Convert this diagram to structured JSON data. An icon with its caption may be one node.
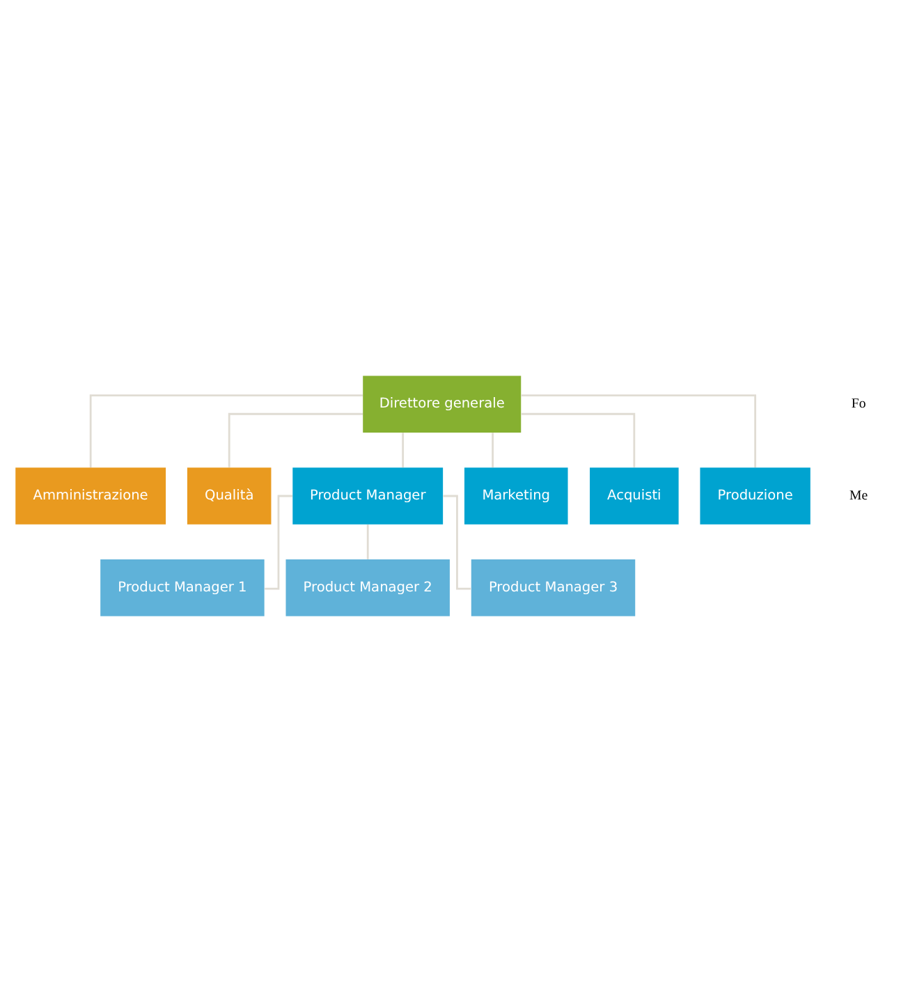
{
  "diagram": {
    "nodes": [
      {
        "text": [
          "Direttore generale"
        ]
      },
      {
        "text": [
          "Amministrazione"
        ]
      },
      {
        "text": [
          "Qualità"
        ]
      },
      {
        "text": [
          "Product Manager"
        ]
      },
      {
        "text": [
          "Marketing"
        ]
      },
      {
        "text": [
          "Acquisti"
        ]
      },
      {
        "text": [
          "Produzione"
        ]
      },
      {
        "text": [
          "Product Manager 1"
        ]
      },
      {
        "text": [
          "Product Manager 2"
        ]
      },
      {
        "text": [
          "Product Manager 3"
        ]
      }
    ],
    "edges": [
      {
        "from": 0,
        "to": 1,
        "arrow": "none"
      },
      {
        "from": 0,
        "to": 2,
        "arrow": "none"
      },
      {
        "from": 0,
        "to": 3,
        "arrow": "none"
      },
      {
        "from": 0,
        "to": 4,
        "arrow": "none"
      },
      {
        "from": 0,
        "to": 5,
        "arrow": "none"
      },
      {
        "from": 0,
        "to": 6,
        "arrow": "none"
      },
      {
        "from": 3,
        "to": 7,
        "arrow": "none"
      },
      {
        "from": 3,
        "to": 8,
        "arrow": "none"
      },
      {
        "from": 3,
        "to": 9,
        "arrow": "none"
      }
    ],
    "labels": [
      "Fo",
      "Me"
    ]
  }
}
